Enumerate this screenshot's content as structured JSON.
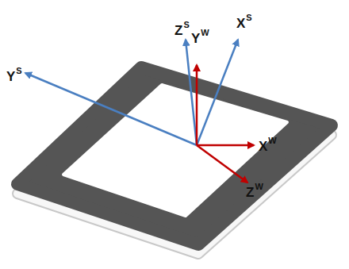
{
  "diagram": {
    "labels": [
      "Z",
      "S",
      "Y",
      "W",
      "X",
      "S",
      "Y",
      "S",
      "X",
      "W",
      "Z",
      "W"
    ]
  }
}
